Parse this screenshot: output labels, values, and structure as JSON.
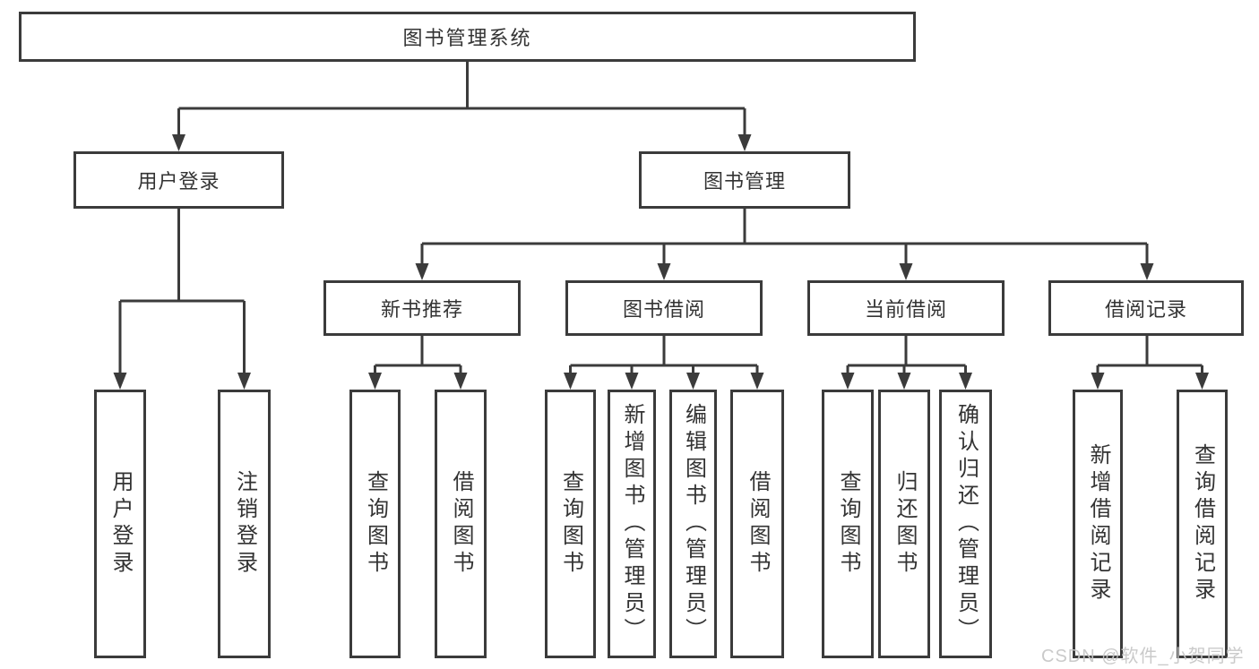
{
  "diagram": {
    "tree": {
      "root": {
        "label": "图书管理系统"
      },
      "children": [
        {
          "label": "用户登录",
          "children": [
            {
              "label": "用户登录"
            },
            {
              "label": "注销登录"
            }
          ]
        },
        {
          "label": "图书管理",
          "children": [
            {
              "label": "新书推荐",
              "children": [
                {
                  "label": "查询图书"
                },
                {
                  "label": "借阅图书"
                }
              ]
            },
            {
              "label": "图书借阅",
              "children": [
                {
                  "label": "查询图书"
                },
                {
                  "label": "新增图书（管理员）"
                },
                {
                  "label": "编辑图书（管理员）"
                },
                {
                  "label": "借阅图书"
                }
              ]
            },
            {
              "label": "当前借阅",
              "children": [
                {
                  "label": "查询图书"
                },
                {
                  "label": "归还图书"
                },
                {
                  "label": "确认归还（管理员）"
                }
              ]
            },
            {
              "label": "借阅记录",
              "children": [
                {
                  "label": "新增借阅记录"
                },
                {
                  "label": "查询借阅记录"
                }
              ]
            }
          ]
        }
      ]
    },
    "colors": {
      "line": "#3b3b3b",
      "text": "#333333",
      "background": "#ffffff",
      "watermark": "#c6c6c6"
    }
  },
  "watermark": {
    "text": "CSDN @软件_小贺同学"
  }
}
